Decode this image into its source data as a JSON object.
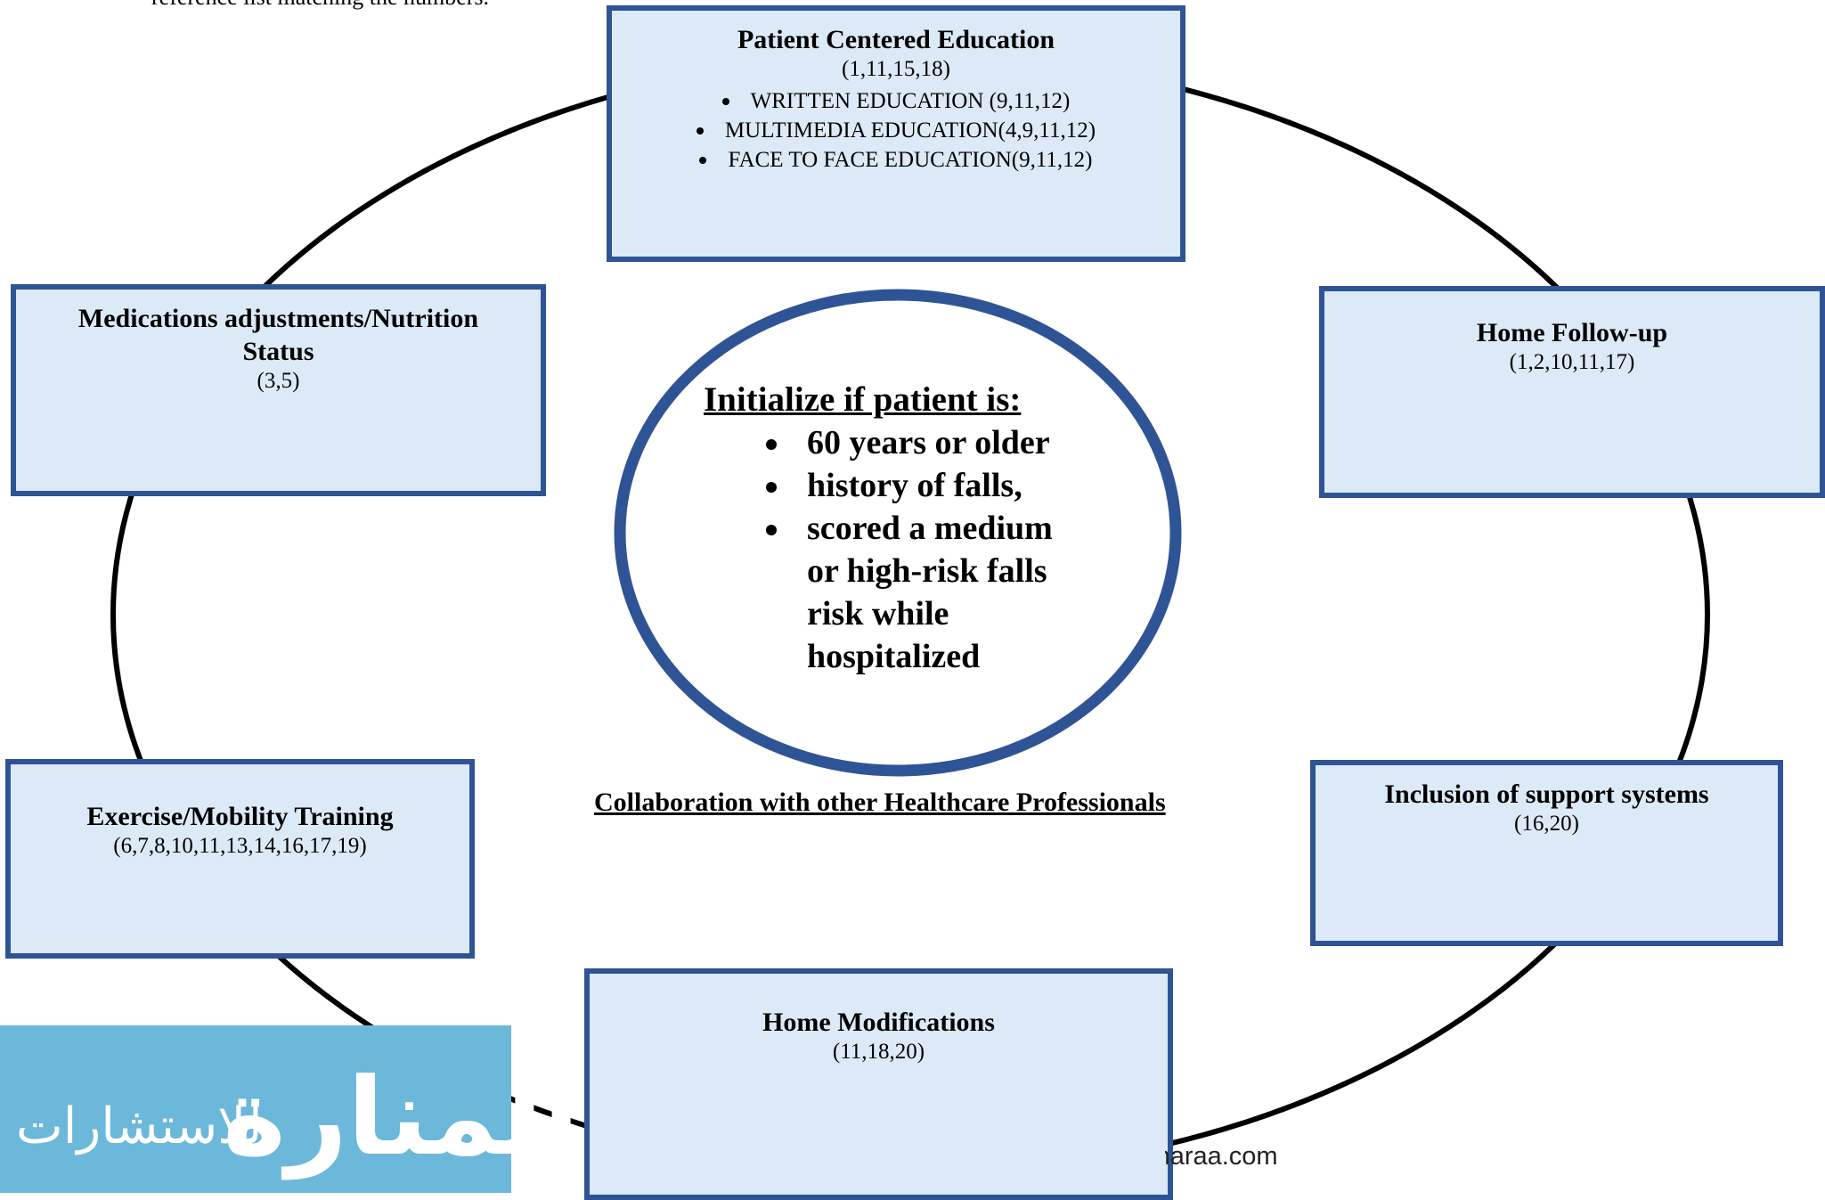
{
  "top_text": "reference list matching the numbers.",
  "boxes": {
    "patient_education": {
      "title": "Patient Centered Education",
      "refs": "(1,11,15,18)",
      "items": [
        "WRITTEN EDUCATION (9,11,12)",
        "MULTIMEDIA EDUCATION(4,9,11,12)",
        "FACE TO FACE EDUCATION(9,11,12)"
      ]
    },
    "medications": {
      "title_line1": "Medications adjustments/Nutrition",
      "title_line2": "Status",
      "refs": "(3,5)"
    },
    "home_followup": {
      "title": "Home Follow-up",
      "refs": "(1,2,10,11,17)"
    },
    "exercise": {
      "title": "Exercise/Mobility Training",
      "refs": "(6,7,8,10,11,13,14,16,17,19)"
    },
    "support_systems": {
      "title": "Inclusion of support systems",
      "refs": "(16,20)"
    },
    "home_modifications": {
      "title": "Home Modifications",
      "refs": "(11,18,20)"
    }
  },
  "center": {
    "heading": "Initialize if patient is:",
    "items": [
      "60 years or older",
      "history of falls,",
      "scored a medium or high-risk falls risk while hospitalized"
    ]
  },
  "collaboration": "Collaboration with other Healthcare Professionals",
  "watermark": {
    "logo": "المنارة",
    "sub": "للاستشارات",
    "url": "www.manaraa.com"
  },
  "colors": {
    "box_fill": "#dce9f6",
    "box_border": "#2f5496",
    "ring": "#000000",
    "watermark_bg": "#6cb8da"
  }
}
